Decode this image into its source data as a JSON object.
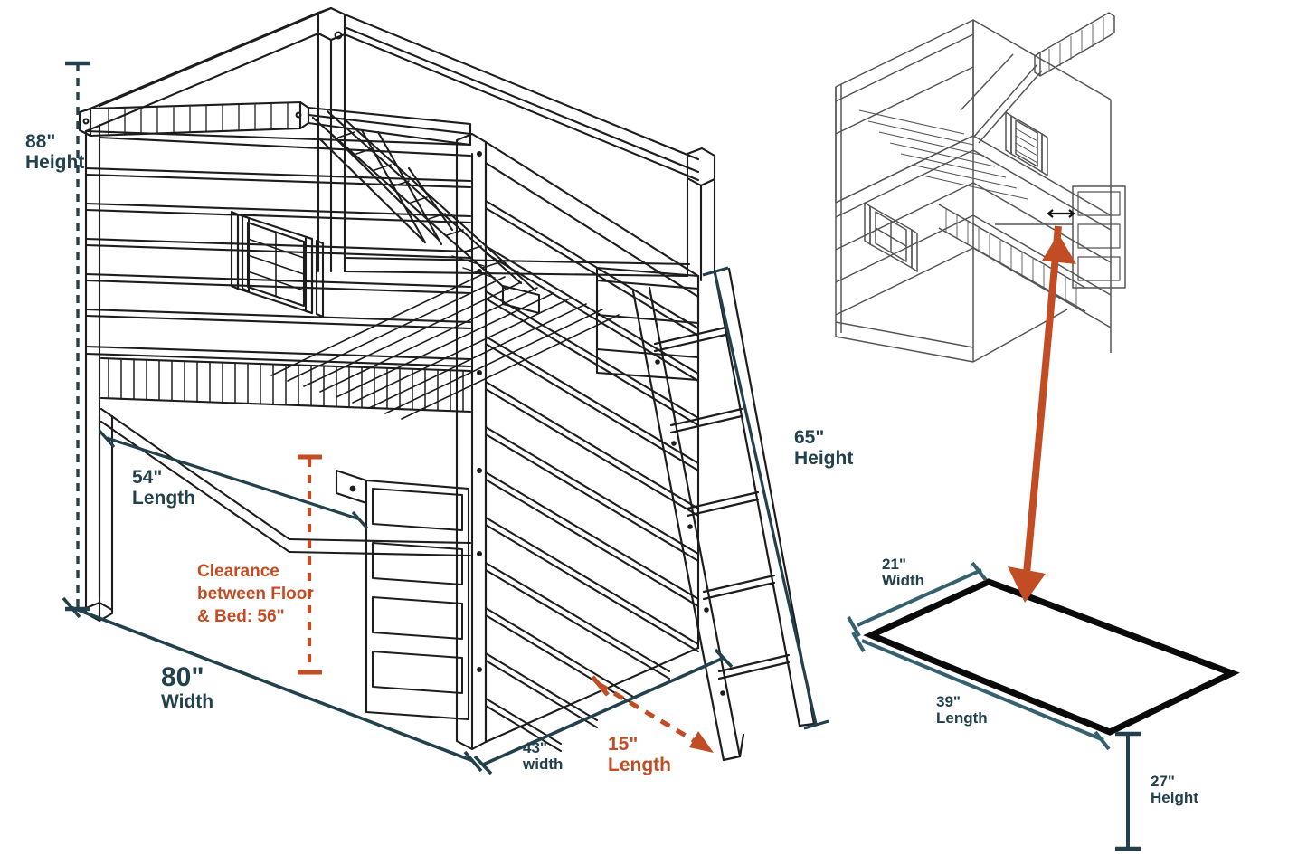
{
  "diagram": {
    "title": "Loft bed dimension diagram",
    "colors": {
      "teal": "#22414d",
      "orange": "#c24d24",
      "line": "#1d1d1d",
      "background": "#ffffff"
    },
    "views": [
      {
        "name": "main-loft-bed-view",
        "description": "Three-quarter isometric view of house-shaped loft bed with lap siding, shuttered window, peaked roof beam, built-in front ladder and detached leaning ladder"
      },
      {
        "name": "secondary-loft-bed-view",
        "description": "Small isometric view of loft bed from opposite side showing two shuttered windows and slatted bed platform"
      },
      {
        "name": "mattress-panel-view",
        "description": "Flat isometric rectangle representing the mattress/bed panel"
      }
    ]
  },
  "dimensions": {
    "height_88": {
      "value": "88\"",
      "unit_label": "Height",
      "color": "teal",
      "style": "dashed"
    },
    "length_54": {
      "value": "54\"",
      "unit_label": "Length",
      "color": "teal",
      "style": "solid"
    },
    "width_80": {
      "value": "80\"",
      "unit_label": "Width",
      "color": "teal",
      "style": "solid"
    },
    "width_43": {
      "value": "43\"",
      "unit_label": "width",
      "color": "teal",
      "style": "solid"
    },
    "length_15": {
      "value": "15\"",
      "unit_label": "Length",
      "color": "orange",
      "style": "dashed"
    },
    "height_65": {
      "value": "65\"",
      "unit_label": "Height",
      "color": "teal",
      "style": "solid"
    },
    "clearance": {
      "text_line1": "Clearance",
      "text_line2": "between Floor",
      "text_line3": "& Bed: 56\"",
      "color": "orange",
      "style": "dashed"
    },
    "width_21": {
      "value": "21\"",
      "unit_label": "Width",
      "color": "teal",
      "style": "solid"
    },
    "length_39": {
      "value": "39\"",
      "unit_label": "Length",
      "color": "teal",
      "style": "solid"
    },
    "height_27": {
      "value": "27\"",
      "unit_label": "Height",
      "color": "teal",
      "style": "solid"
    }
  }
}
